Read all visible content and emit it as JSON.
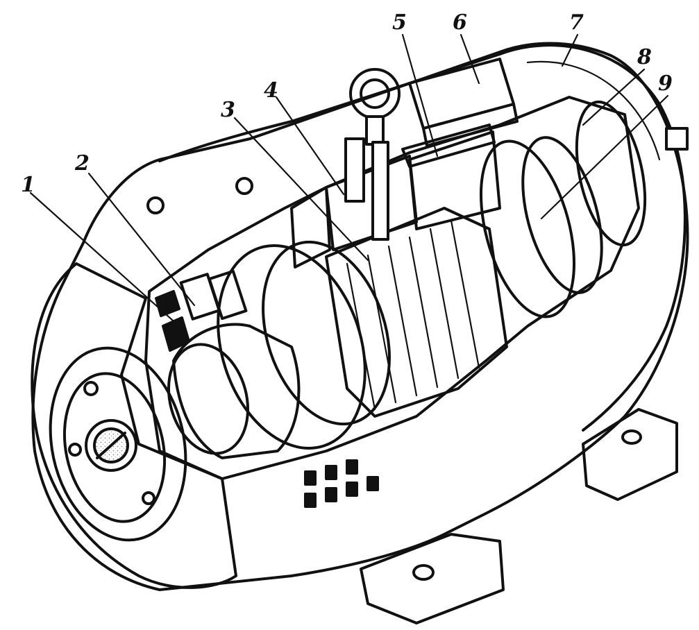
{
  "diagram": {
    "colors": {
      "ink": "#111111",
      "paper": "#ffffff",
      "shade": "#d9d9d9",
      "hatch": "#8a8a8a"
    },
    "callouts": [
      {
        "id": "1",
        "label": "1"
      },
      {
        "id": "2",
        "label": "2"
      },
      {
        "id": "3",
        "label": "3"
      },
      {
        "id": "4",
        "label": "4"
      },
      {
        "id": "5",
        "label": "5"
      },
      {
        "id": "6",
        "label": "6"
      },
      {
        "id": "7",
        "label": "7"
      },
      {
        "id": "8",
        "label": "8"
      },
      {
        "id": "9",
        "label": "9"
      }
    ]
  }
}
